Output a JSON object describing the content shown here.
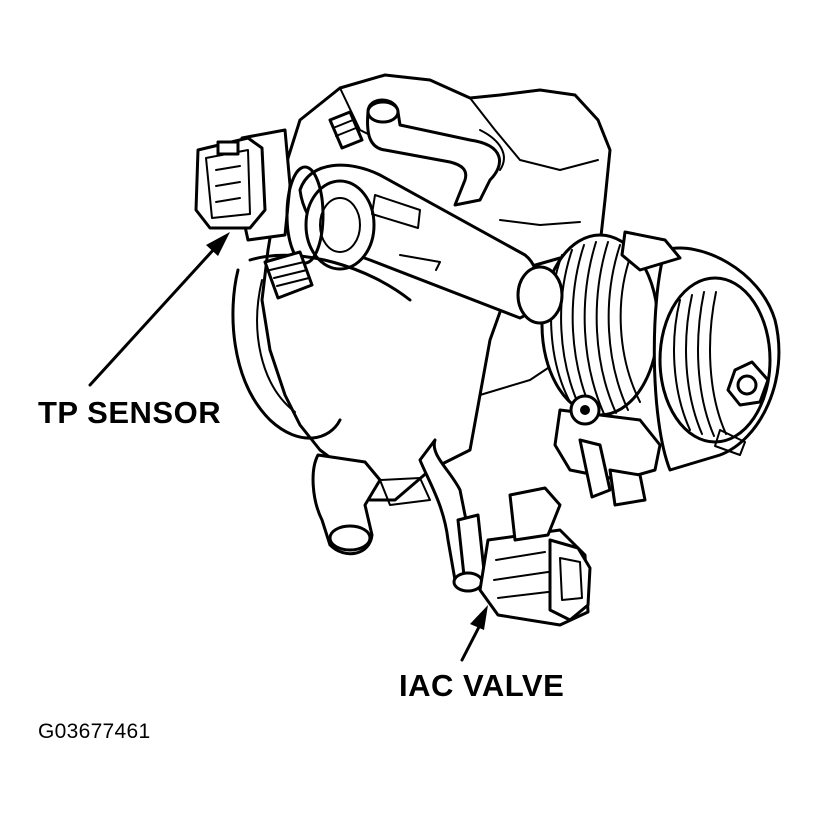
{
  "labels": {
    "tp_sensor": "TP SENSOR",
    "iac_valve": "IAC VALVE",
    "figure_id": "G03677461"
  },
  "colors": {
    "ink": "#000000",
    "paper": "#ffffff"
  }
}
